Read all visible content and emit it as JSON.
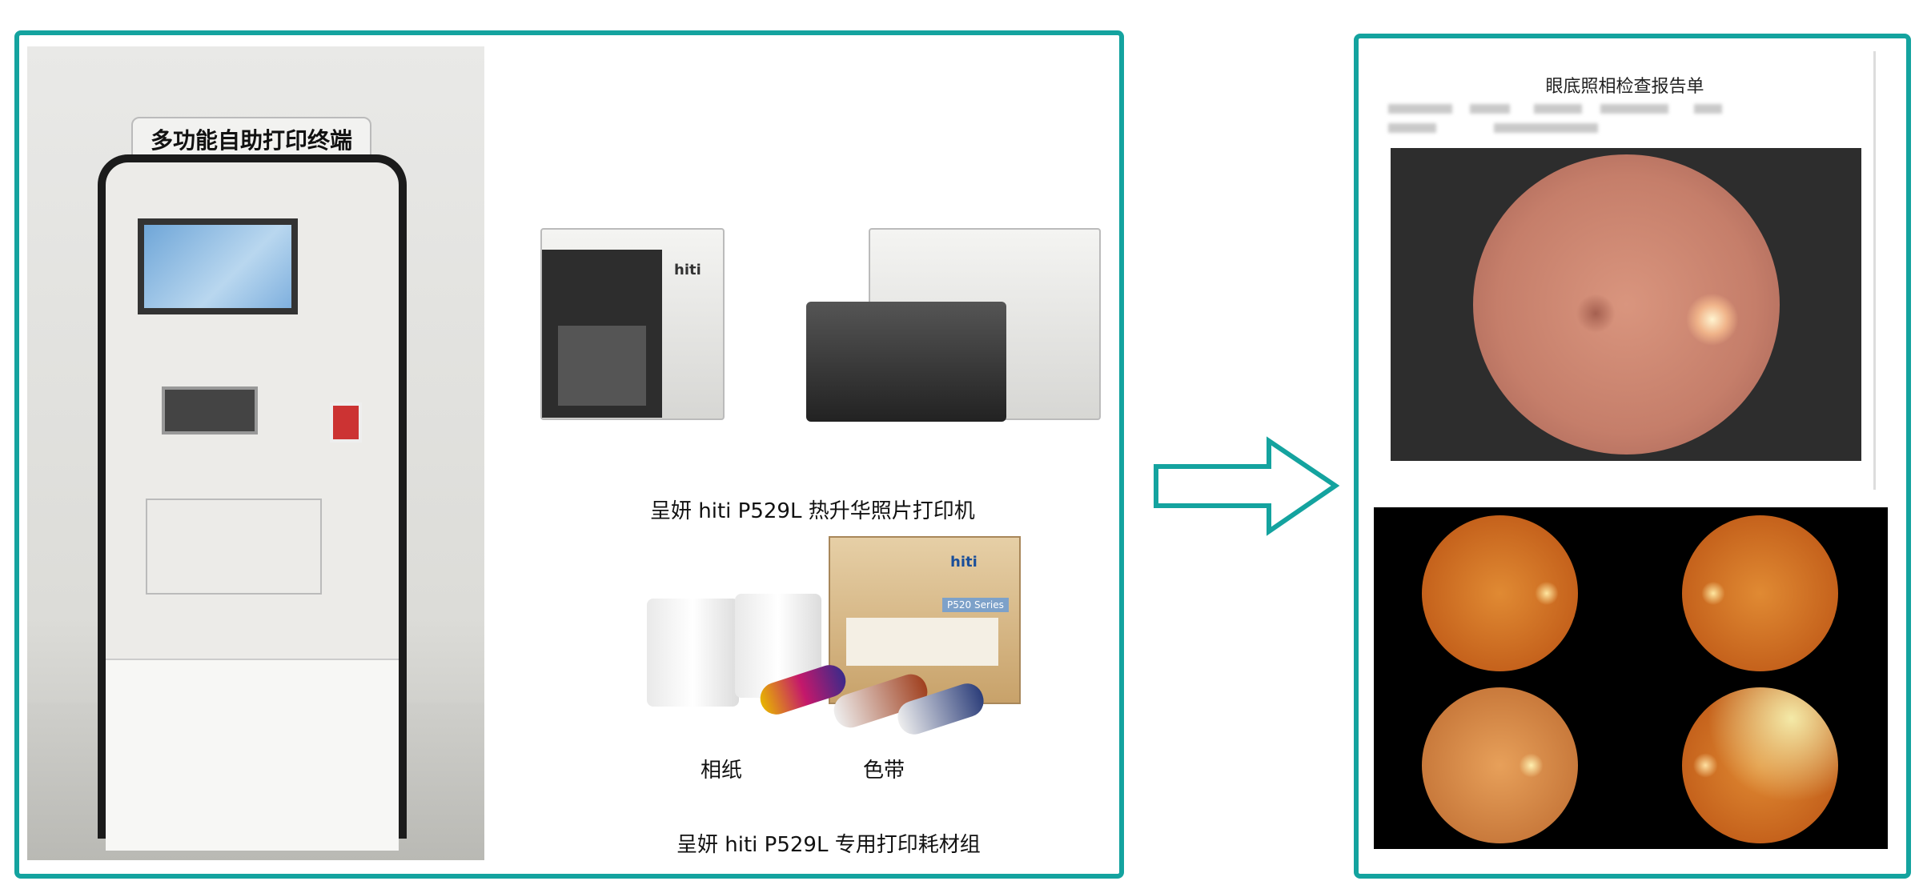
{
  "kiosk": {
    "sign_text": "多功能自助打印终端"
  },
  "printer": {
    "brand": "hiti",
    "caption": "呈妍 hiti P529L 热升华照片打印机"
  },
  "consumables": {
    "box_brand": "hiti",
    "box_series": "P520 Series",
    "labels": [
      "相纸",
      "色带"
    ],
    "caption": "呈妍 hiti P529L 专用打印耗材组"
  },
  "report": {
    "title": "眼底照相检查报告单"
  },
  "colors": {
    "panel_border": "#14a39f",
    "arrow": "#14a39f"
  }
}
